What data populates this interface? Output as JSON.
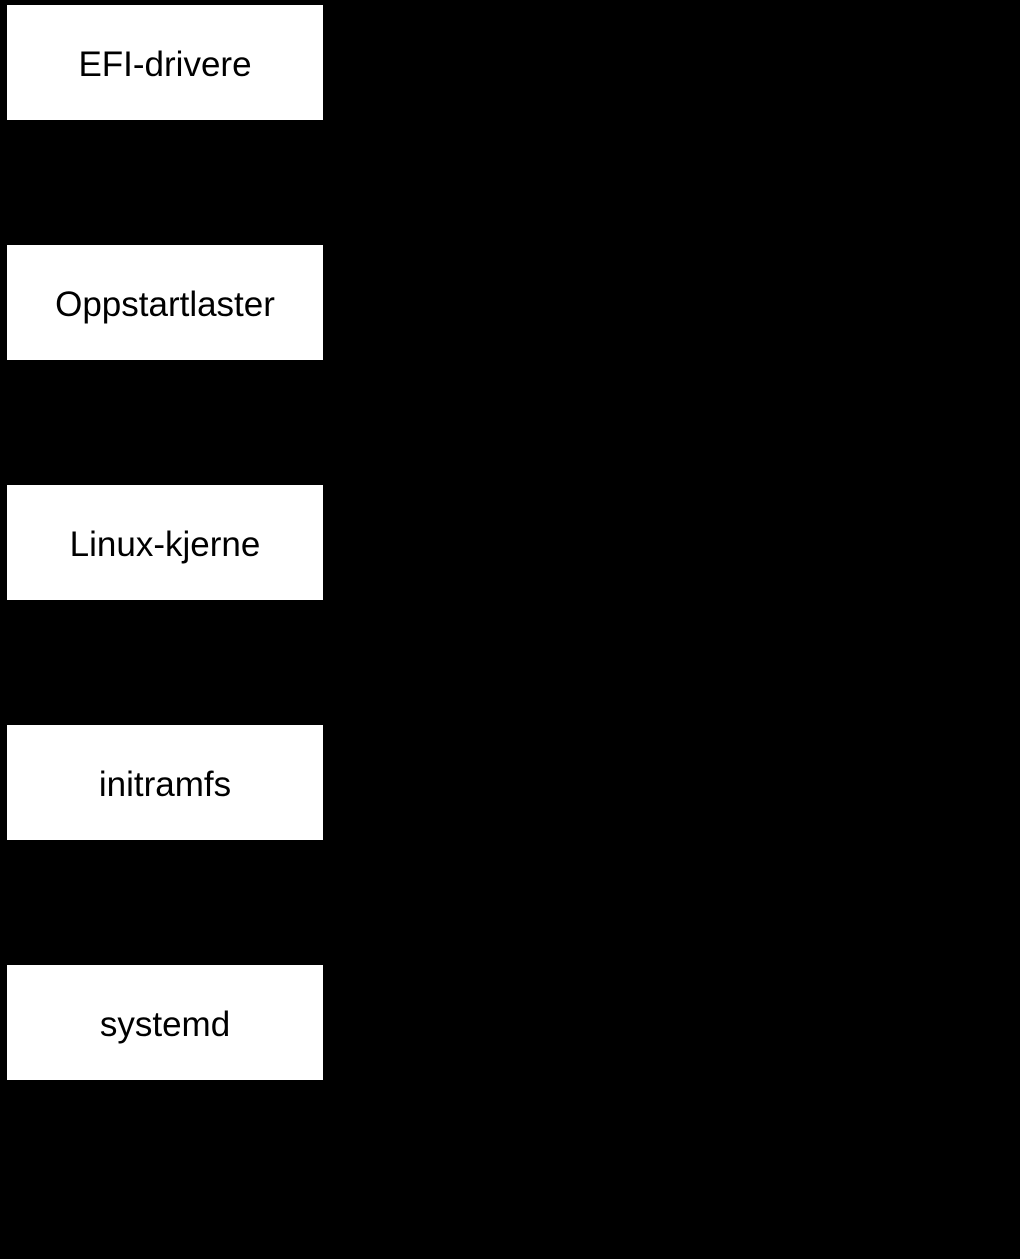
{
  "diagram": {
    "type": "flowchart",
    "background_color": "#000000",
    "node_fill_color": "#ffffff",
    "node_text_color": "#000000",
    "nodes": [
      {
        "label": "EFI-drivere"
      },
      {
        "label": "Oppstartlaster"
      },
      {
        "label": "Linux-kjerne"
      },
      {
        "label": "initramfs"
      },
      {
        "label": "systemd"
      }
    ]
  }
}
